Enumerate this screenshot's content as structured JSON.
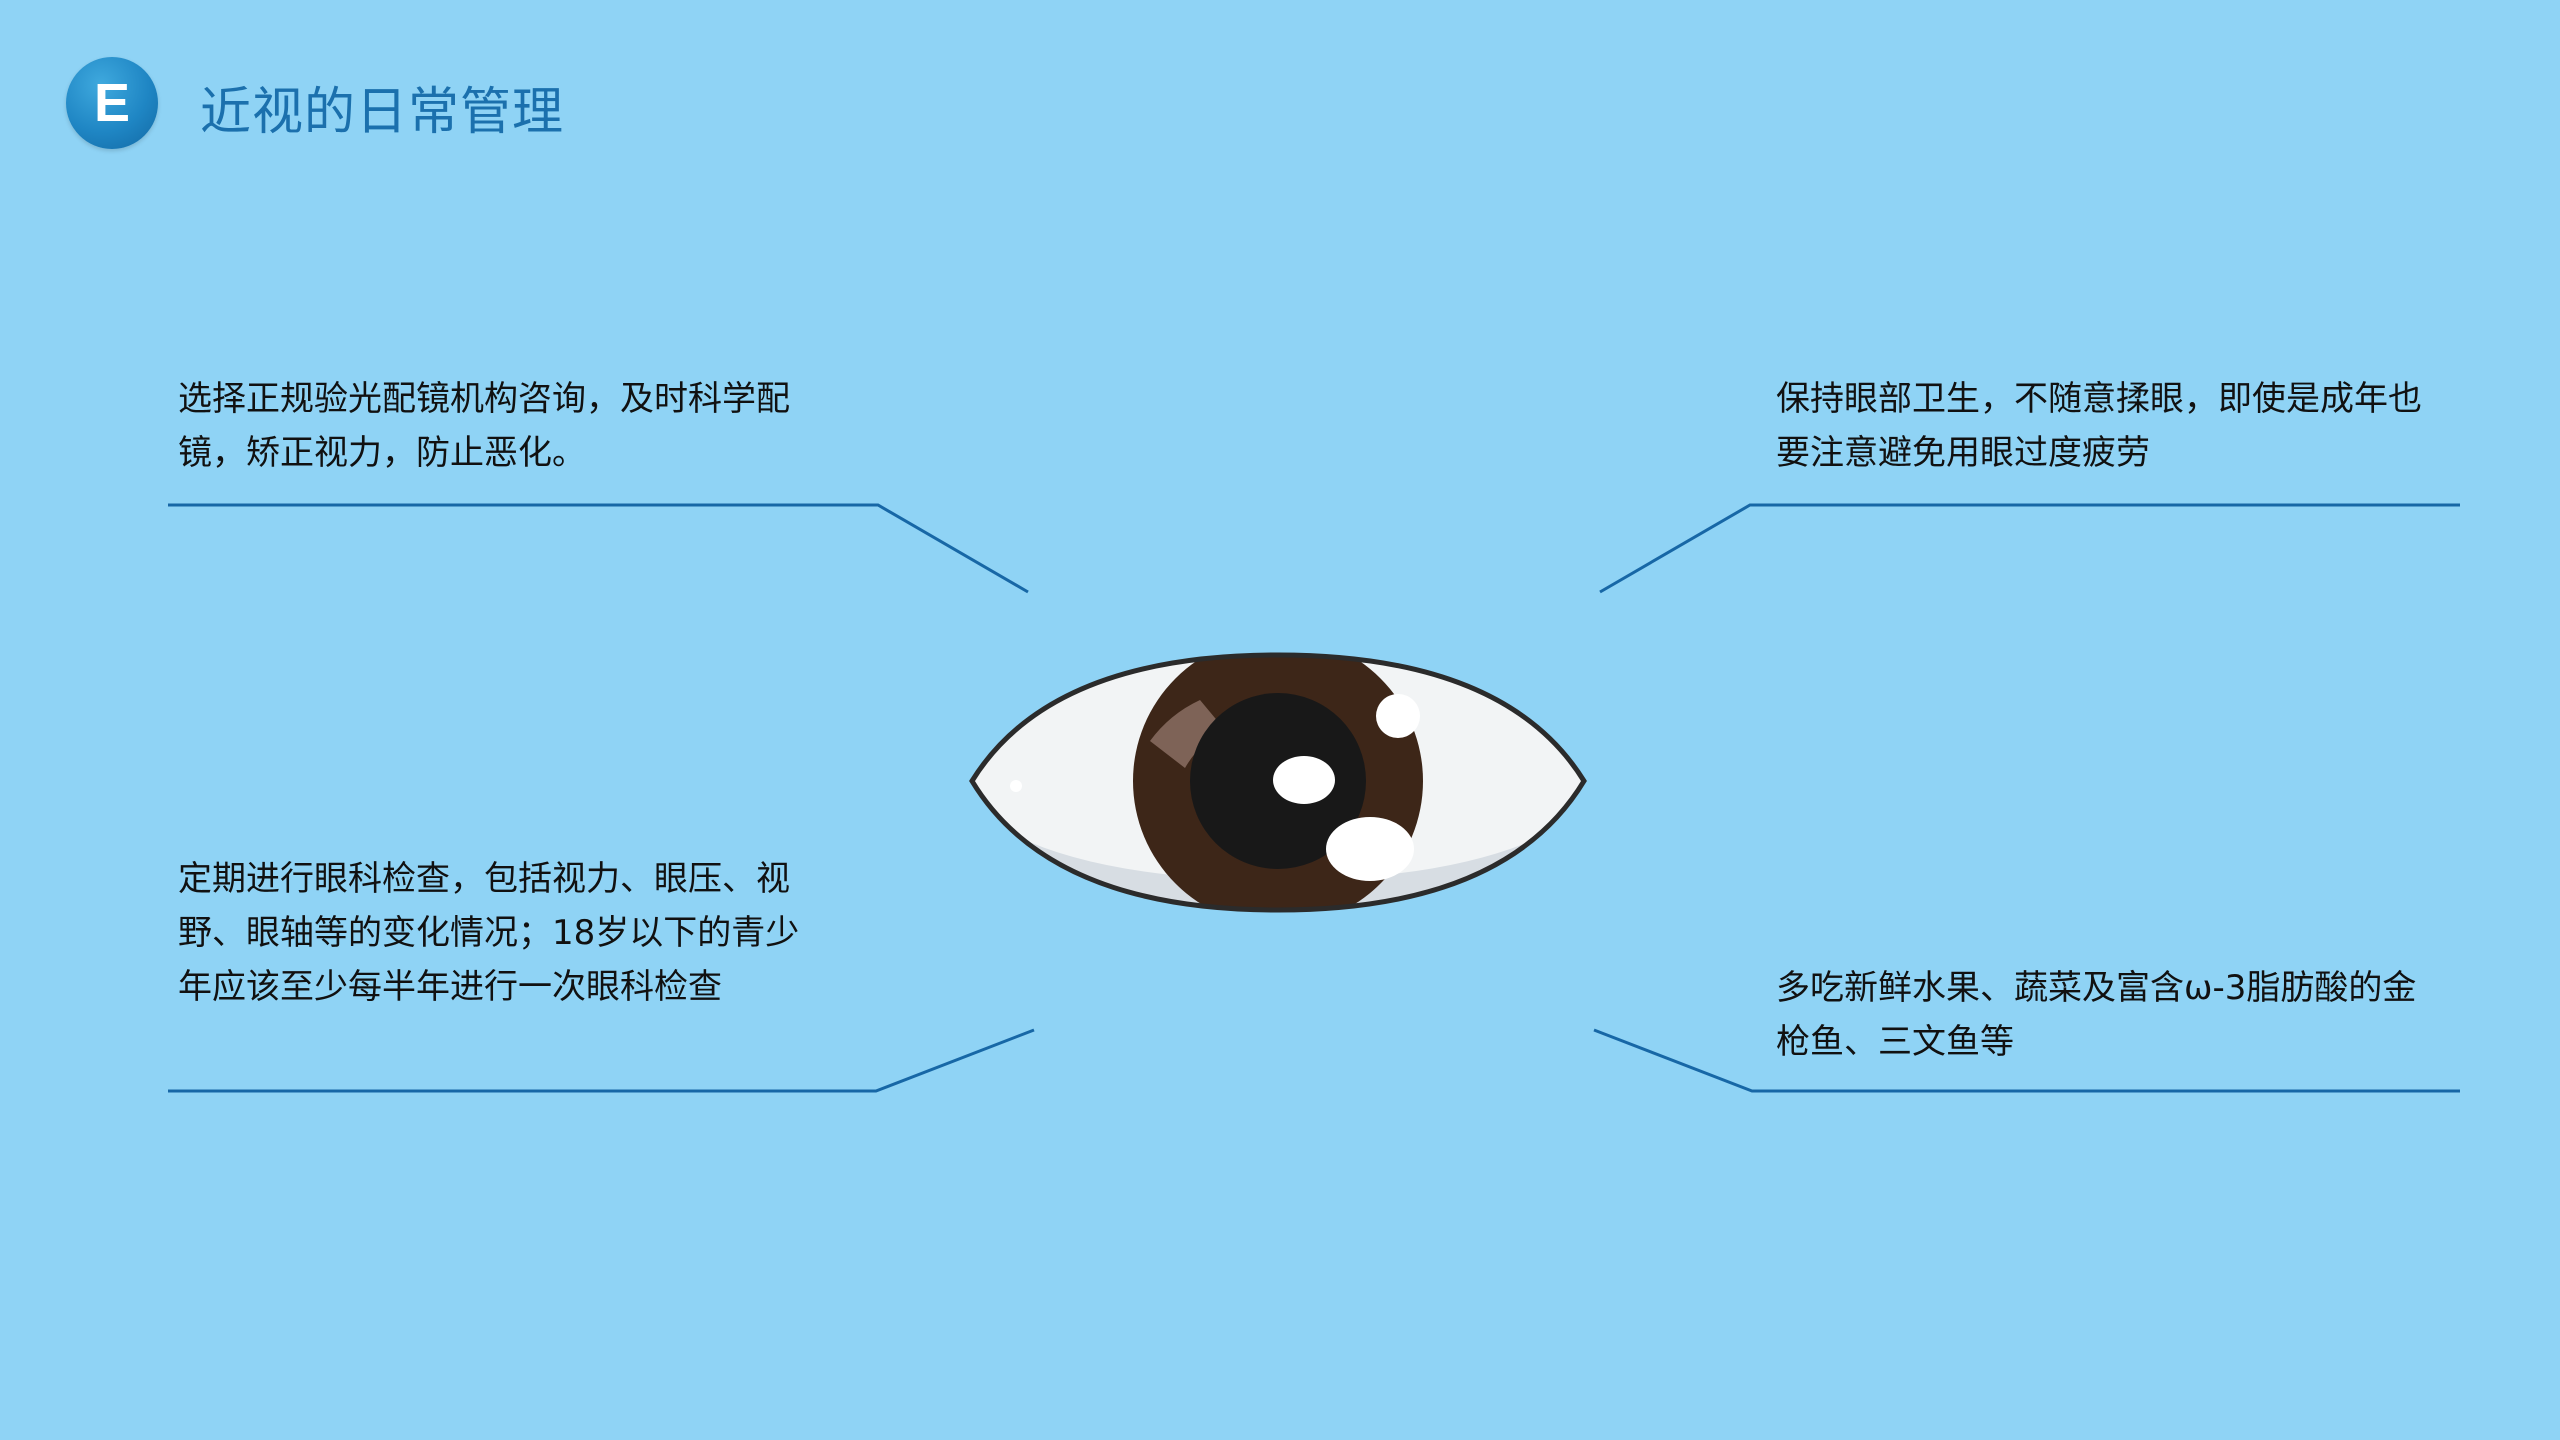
{
  "header": {
    "badge_letter": "E",
    "title": "近视的日常管理"
  },
  "tips": {
    "top_left": "选择正规验光配镜机构咨询，及时科学配镜，矫正视力，防止恶化。",
    "top_right": "保持眼部卫生，不随意揉眼，即使是成年也要注意避免用眼过度疲劳",
    "bottom_left": "定期进行眼科检查，包括视力、眼压、视野、眼轴等的变化情况；18岁以下的青少年应该至少每半年进行一次眼科检查",
    "bottom_right": "多吃新鲜水果、蔬菜及富含ω-3脂肪酸的金枪鱼、三文鱼等"
  },
  "colors": {
    "background": "#8fd3f5",
    "accent": "#1b70ad",
    "line": "#1767a6",
    "iris": "#3d2618",
    "pupil": "#181818"
  },
  "illustration": {
    "icon": "eye-icon"
  }
}
